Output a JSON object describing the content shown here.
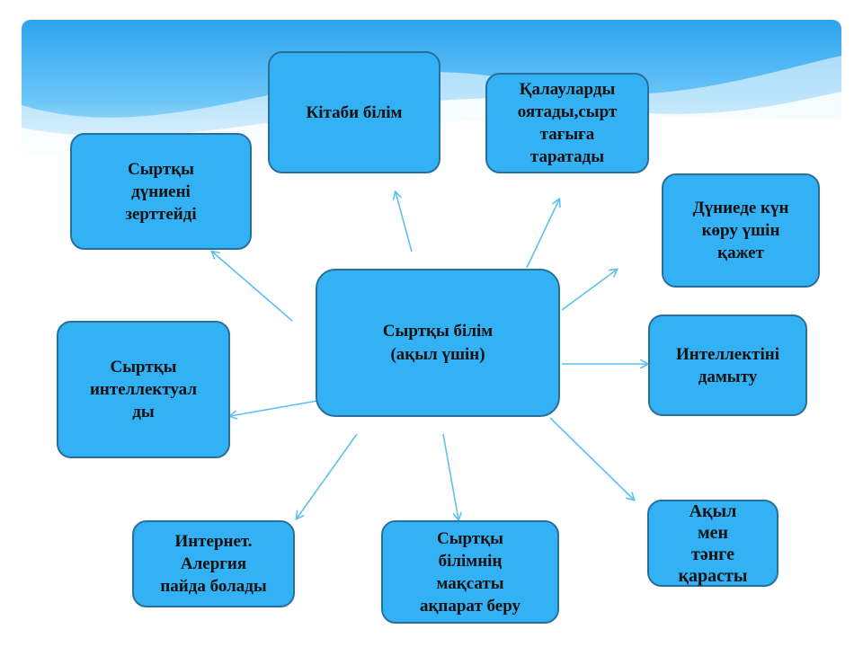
{
  "colors": {
    "box_fill": "#33b1f5",
    "box_border": "#2a6f9a",
    "arrow": "#5cc0f0",
    "banner": "#33aef2"
  },
  "center": {
    "label": "Сыртқы білім\n(ақыл үшін)"
  },
  "nodes": [
    {
      "id": "kitabi",
      "label": "Кітаби білім"
    },
    {
      "id": "qalau",
      "label": "Қалауларды\nоятады,сырт\nтағыға\nтаратады"
    },
    {
      "id": "sirtqy-dunie",
      "label": "Сыртқы\nдүниені\nзерттейді"
    },
    {
      "id": "dunie-kun",
      "label": "Дүниеде күн\nкөру үшін\nқажет"
    },
    {
      "id": "intellekt-damytu",
      "label": "Интеллектіні\nдамыту"
    },
    {
      "id": "sirtqy-intellekt",
      "label": "Сыртқы\nинтеллектуал\nды"
    },
    {
      "id": "internet",
      "label": "Интернет.\nАлергия\nпайда болады"
    },
    {
      "id": "maqsat",
      "label": "Сыртқы\nбілімнің\nмақсаты\nақпарат беру"
    },
    {
      "id": "aqyl-tan",
      "label": "Ақыл\nмен\nтәнге\nқарасты"
    }
  ]
}
